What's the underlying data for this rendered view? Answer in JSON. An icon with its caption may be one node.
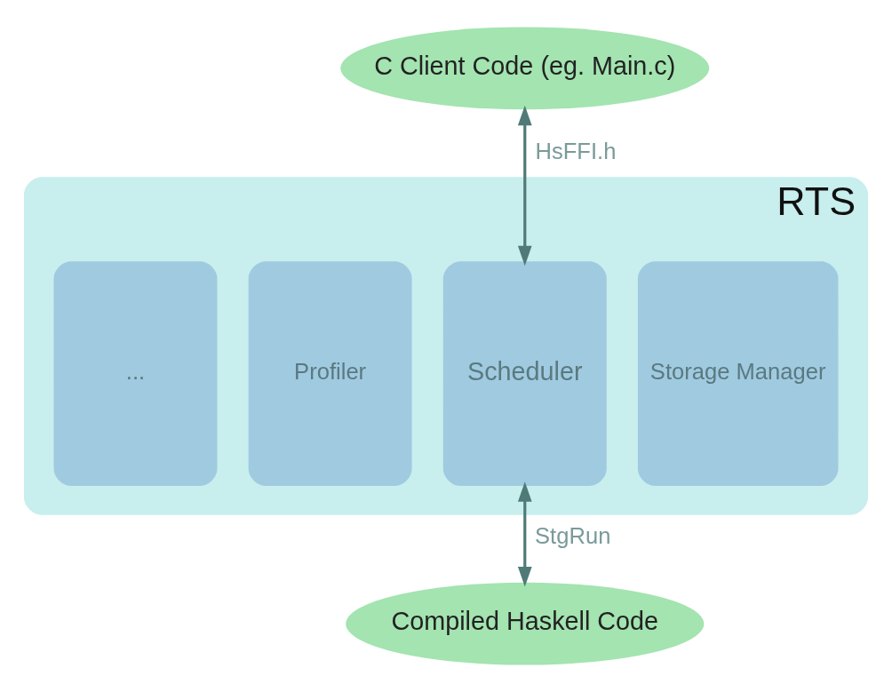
{
  "diagram": {
    "nodes": [
      {
        "text": [
          "C Client Code (eg. Main.c)"
        ]
      },
      {
        "text": [
          "RTS"
        ]
      },
      {
        "text": [
          "Storage Manager"
        ],
        "in": 1
      },
      {
        "text": [
          "Scheduler"
        ],
        "in": 1
      },
      {
        "text": [
          "Profiler"
        ],
        "in": 1
      },
      {
        "text": [
          "..."
        ],
        "in": 1
      },
      {
        "text": [
          "Compiled Haskell Code"
        ]
      }
    ],
    "edges": [
      {
        "from": 0,
        "to": 3,
        "arrow": "both",
        "label": "HsFFI.h"
      },
      {
        "from": 3,
        "to": 6,
        "arrow": "both",
        "label": "StgRun"
      }
    ]
  }
}
